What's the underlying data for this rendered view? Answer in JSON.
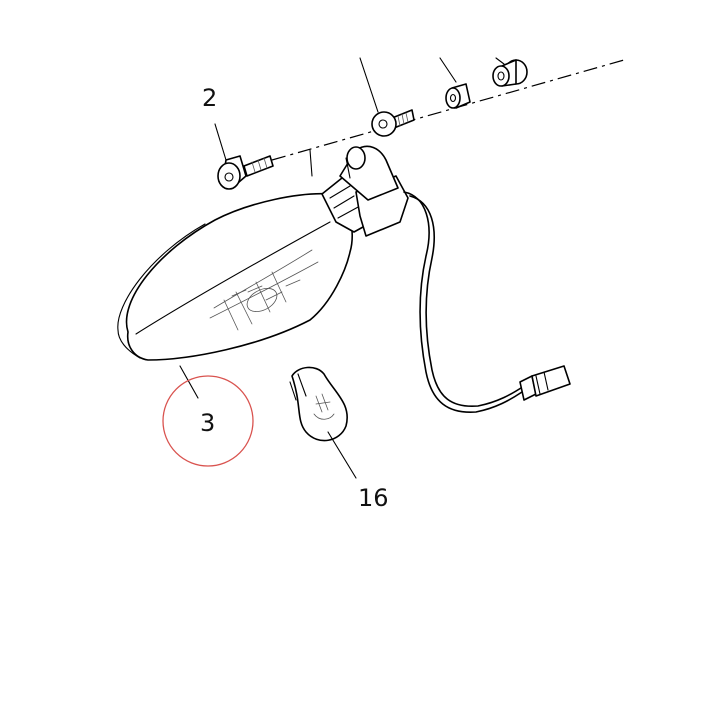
{
  "diagram": {
    "callouts": [
      {
        "id": "callout-2",
        "label": "2"
      },
      {
        "id": "callout-3",
        "label": "3",
        "highlighted": true
      },
      {
        "id": "callout-16",
        "label": "16"
      }
    ],
    "highlight_color": "#d9534f",
    "line_color": "#000000"
  }
}
